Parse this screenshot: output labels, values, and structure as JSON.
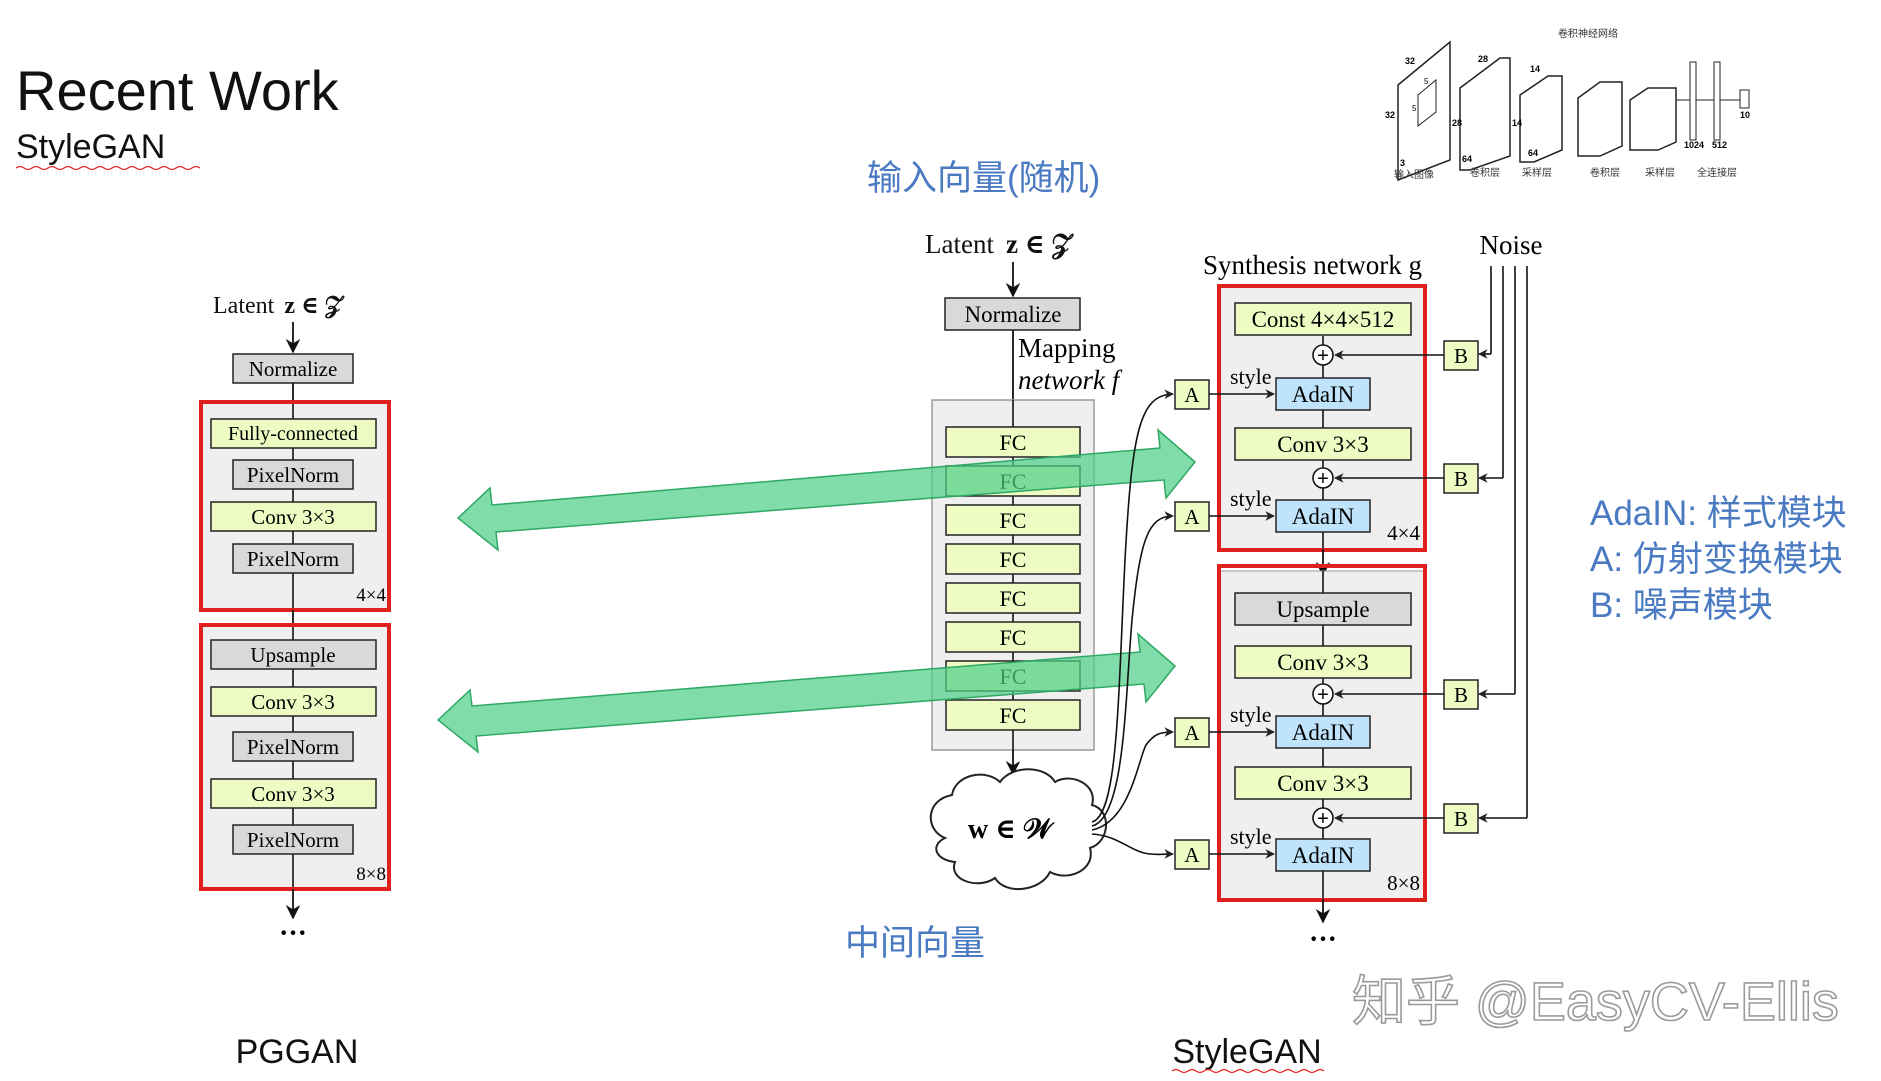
{
  "slide": {
    "title": "Recent Work",
    "subtitle": "StyleGAN",
    "pggan_caption": "PGGAN",
    "stylegan_caption": "StyleGAN",
    "watermark": "知乎 @EasyCV-Ellis"
  },
  "annotations": {
    "input_vector": "输入向量(随机)",
    "intermediate_vector": "中间向量",
    "legend": [
      "AdaIN: 样式模块",
      "A: 仿射变换模块",
      "B: 噪声模块"
    ]
  },
  "pggan": {
    "latent_label": "Latent",
    "latent_math": "z ∈ 𝒵",
    "normalize": "Normalize",
    "block1": [
      "Fully-connected",
      "PixelNorm",
      "Conv 3×3",
      "PixelNorm"
    ],
    "block1_res": "4×4",
    "block2": [
      "Upsample",
      "Conv 3×3",
      "PixelNorm",
      "Conv 3×3",
      "PixelNorm"
    ],
    "block2_res": "8×8",
    "ellipsis": "···"
  },
  "stylegan": {
    "latent_label": "Latent",
    "latent_math": "z ∈ 𝒵",
    "normalize": "Normalize",
    "mapping_label_1": "Mapping",
    "mapping_label_2": "network f",
    "fc_label": "FC",
    "fc_count": 8,
    "w_label": "w ∈ 𝒲",
    "synthesis_label": "Synthesis network g",
    "noise_label": "Noise",
    "const_label": "Const 4×4×512",
    "adain_label": "AdaIN",
    "conv_label": "Conv 3×3",
    "upsample_label": "Upsample",
    "style_label": "style",
    "a_label": "A",
    "b_label": "B",
    "plus_symbol": "+",
    "res_4": "4×4",
    "res_8": "8×8",
    "ellipsis": "···"
  },
  "cnn_thumbnail": {
    "title": "卷积神经网络",
    "numbers": [
      "32",
      "32",
      "5",
      "5",
      "28",
      "28",
      "3",
      "64",
      "14",
      "14",
      "64",
      "1024",
      "512",
      "10"
    ],
    "stage_labels": [
      "输入图像",
      "卷积层",
      "采样层",
      "卷积层",
      "采样层",
      "全连接层"
    ]
  },
  "colors": {
    "fc_fill": "#eefcc4",
    "adain_fill": "#bfe3fb",
    "gray_fill": "#d9d9d9",
    "red_box": "#e0201c",
    "arrow_green": "#4fce86",
    "annotation_blue": "#4a7ac2"
  }
}
